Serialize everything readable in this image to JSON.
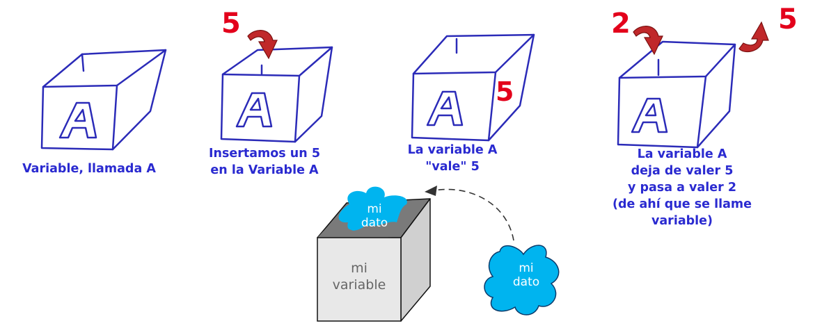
{
  "colors": {
    "sketch_blue": "#2b2bb8",
    "caption_blue": "#2a2ad0",
    "number_red": "#e3001b",
    "arrow_red": "#c0282a",
    "blob_cyan": "#00b4ef",
    "box_gray": "#e8e8e8"
  },
  "panels": [
    {
      "caption": [
        "Variable, llamada A"
      ],
      "box_letter": "A"
    },
    {
      "caption": [
        "Insertamos un 5",
        "en la Variable A"
      ],
      "box_letter": "A",
      "incoming_number": "5"
    },
    {
      "caption": [
        "La variable A",
        "\"vale\" 5"
      ],
      "box_letter": "A",
      "stored_number": "5"
    },
    {
      "caption": [
        "La variable A",
        "deja de valer 5",
        "y pasa a valer 2",
        "(de ahí que se llame",
        "variable)"
      ],
      "box_letter": "A",
      "incoming_number": "2",
      "outgoing_number": "5"
    }
  ],
  "bottom_diagram": {
    "box_label": [
      "mi",
      "variable"
    ],
    "blob_in_box_label": [
      "mi",
      "dato"
    ],
    "blob_outside_label": [
      "mi",
      "dato"
    ],
    "arrow": "dashed curved arrow from outside blob to box"
  }
}
